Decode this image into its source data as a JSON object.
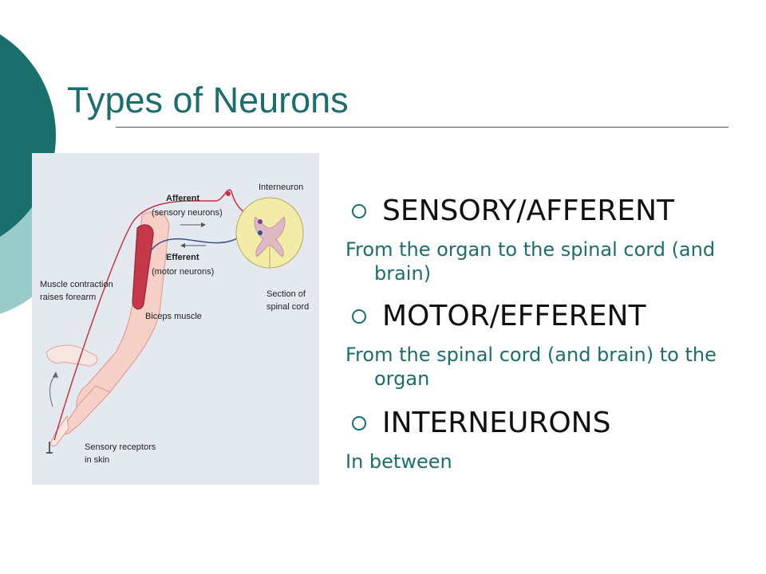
{
  "slide": {
    "title": "Types of Neurons"
  },
  "figure": {
    "labels": {
      "afferent": "Afferent",
      "afferent_sub": "(sensory neurons)",
      "efferent": "Efferent",
      "efferent_sub": "(motor neurons)",
      "interneuron": "Interneuron",
      "section_1": "Section of",
      "section_2": "spinal cord",
      "muscle_1": "Muscle contraction",
      "muscle_2": "raises forearm",
      "biceps": "Biceps muscle",
      "receptors_1": "Sensory receptors",
      "receptors_2": "in skin"
    }
  },
  "content": {
    "items": [
      {
        "heading": "SENSORY/AFFERENT",
        "detail": "From the organ to the spinal cord (and brain)"
      },
      {
        "heading": "MOTOR/EFFERENT",
        "detail": "From the spinal cord (and brain) to the organ"
      },
      {
        "heading": "INTERNEURONS",
        "detail": "In between"
      }
    ]
  },
  "colors": {
    "accent": "#1a6e6c",
    "accent_light": "#99cbcb",
    "sensory_path": "#c8314a",
    "motor_path": "#3a4f8c"
  }
}
